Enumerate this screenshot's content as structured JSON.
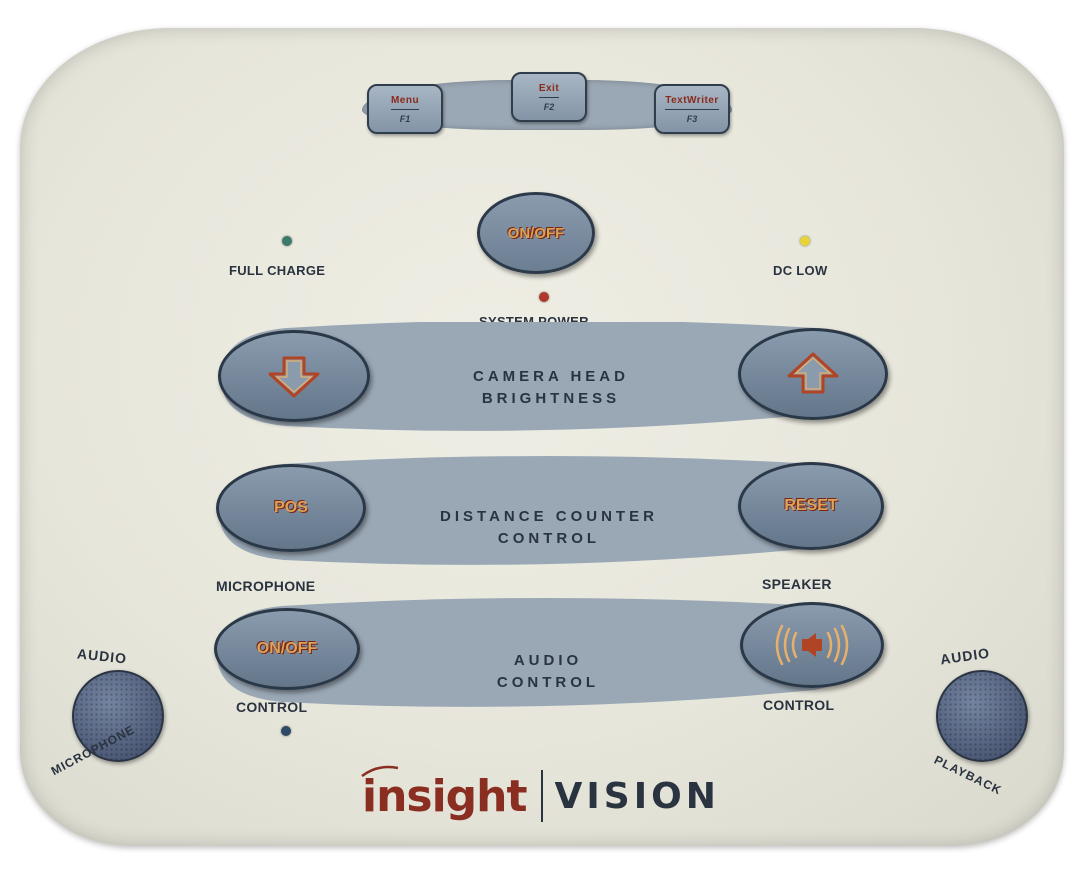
{
  "function_keys": [
    {
      "line1": "Menu",
      "line2": "F1"
    },
    {
      "line1": "Exit",
      "line2": "F2"
    },
    {
      "line1": "TextWriter",
      "line2": "F3"
    }
  ],
  "indicators": {
    "full_charge": {
      "label": "FULL CHARGE",
      "color": "#3d7a6a"
    },
    "dc_low": {
      "label": "DC LOW",
      "color": "#e8d23a"
    },
    "system_power": {
      "label": "SYSTEM POWER",
      "color": "#b03a2a"
    }
  },
  "power_button": {
    "label": "ON/OFF"
  },
  "brightness": {
    "line1": "CAMERA HEAD",
    "line2": "BRIGHTNESS",
    "down_icon": "arrow-down-icon",
    "up_icon": "arrow-up-icon"
  },
  "distance": {
    "line1": "DISTANCE COUNTER",
    "line2": "CONTROL",
    "left_label": "POS",
    "right_label": "RESET"
  },
  "audio": {
    "line1": "AUDIO",
    "line2": "CONTROL",
    "mic_label": "MICROPHONE",
    "mic_button": "ON/OFF",
    "mic_control": "CONTROL",
    "speaker_label": "SPEAKER",
    "speaker_icon": "speaker-icon",
    "speaker_control": "CONTROL"
  },
  "ports": {
    "left": {
      "top": "AUDIO",
      "bottom": "MICROPHONE"
    },
    "right": {
      "top": "AUDIO",
      "bottom": "PLAYBACK"
    }
  },
  "logo": {
    "part1": "insight",
    "part2": "VISION"
  },
  "colors": {
    "accent_text": "#d8a45e",
    "button_blue": "#6c7e92",
    "logo_red": "#8b2e22"
  }
}
